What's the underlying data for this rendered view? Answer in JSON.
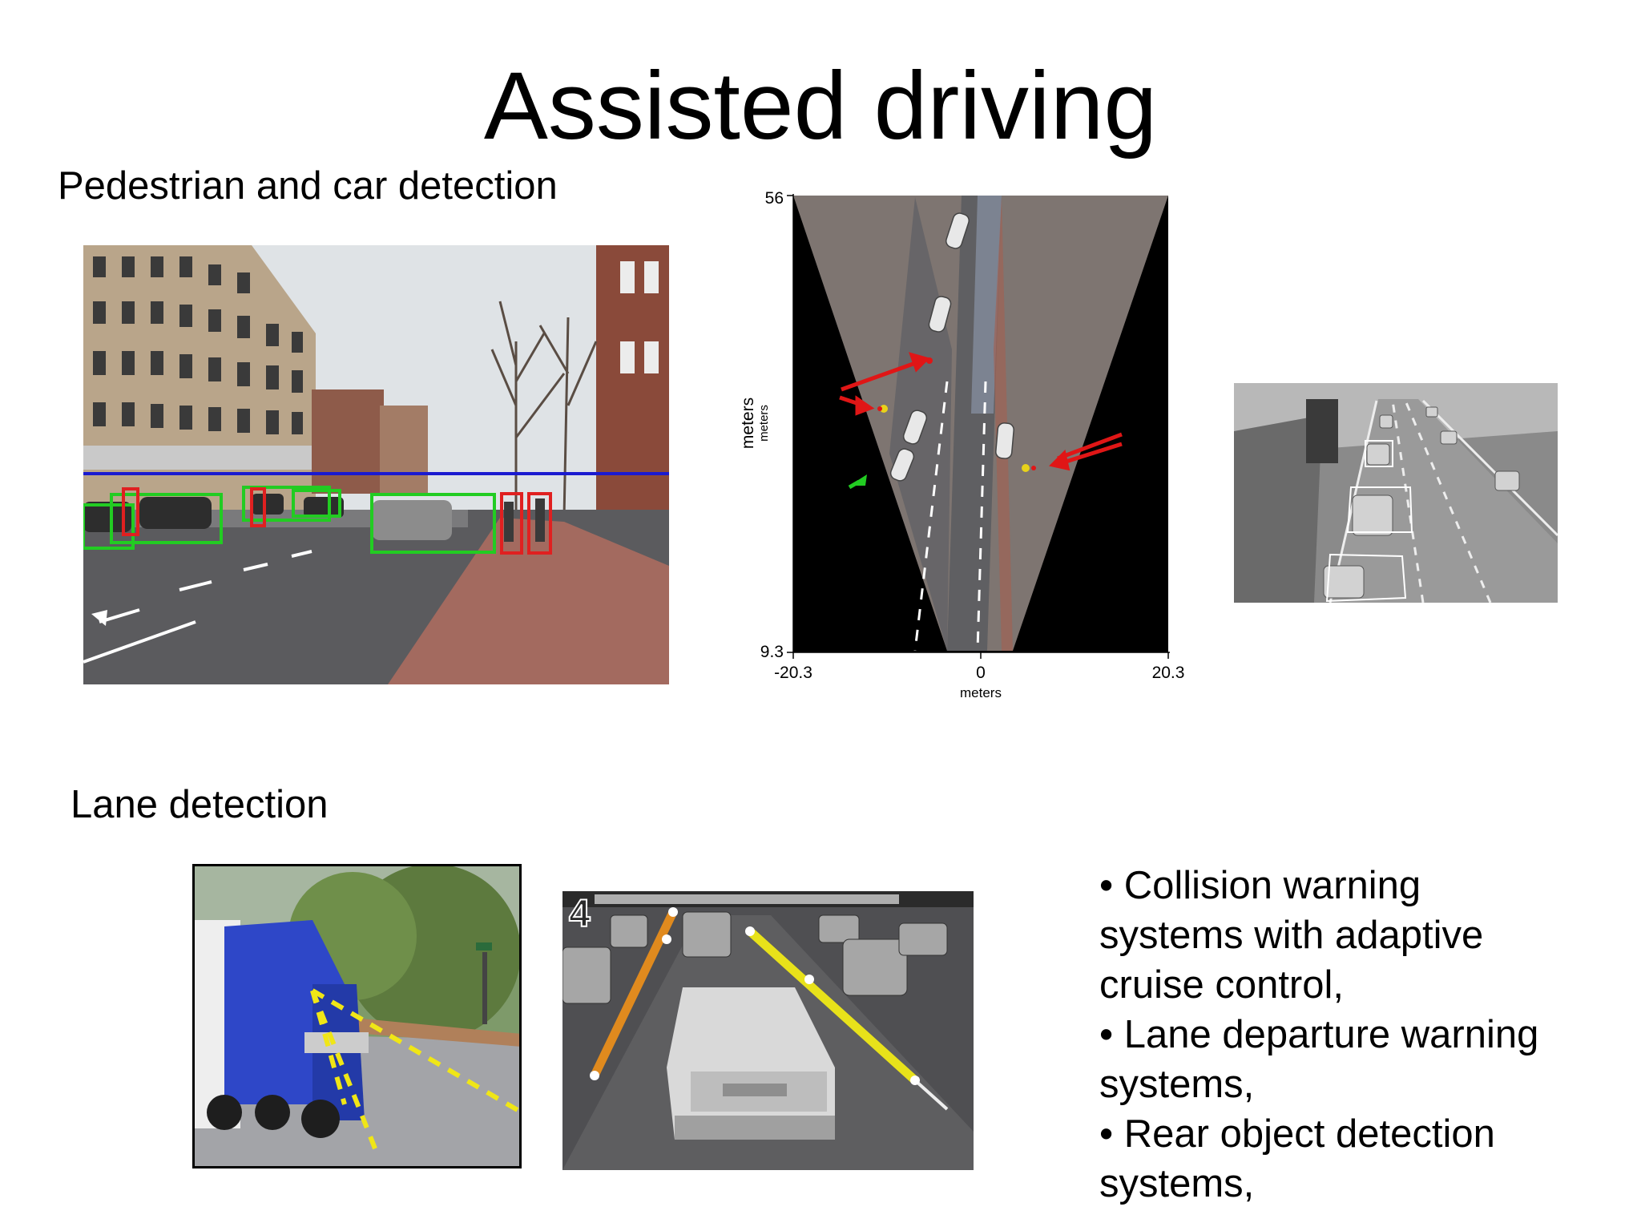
{
  "slide": {
    "title": "Assisted driving",
    "section_pedestrian": "Pedestrian and car detection",
    "section_lane": "Lane detection"
  },
  "birdseye_axes": {
    "y_top": "56",
    "y_bottom": "9.3",
    "x_left": "-20.3",
    "x_mid": "0",
    "x_right": "20.3",
    "x_label": "meters",
    "y_label_main": "meters",
    "y_label_small": "meters"
  },
  "lane_overlay": {
    "frame_number": "4"
  },
  "bullets": {
    "b1_line1": "• Collision warning",
    "b1_line2": "systems with adaptive",
    "b1_line3": "cruise control,",
    "b2_line1": "• Lane departure warning",
    "b2_line2": "systems,",
    "b3_line1": "• Rear object detection",
    "b3_line2": "systems,"
  },
  "colors": {
    "pedestrian_box": "#e02020",
    "car_box": "#22cc22",
    "horizon_line": "#1a1ad0",
    "lane_left": "#e08a1e",
    "lane_right": "#e8e21a"
  }
}
